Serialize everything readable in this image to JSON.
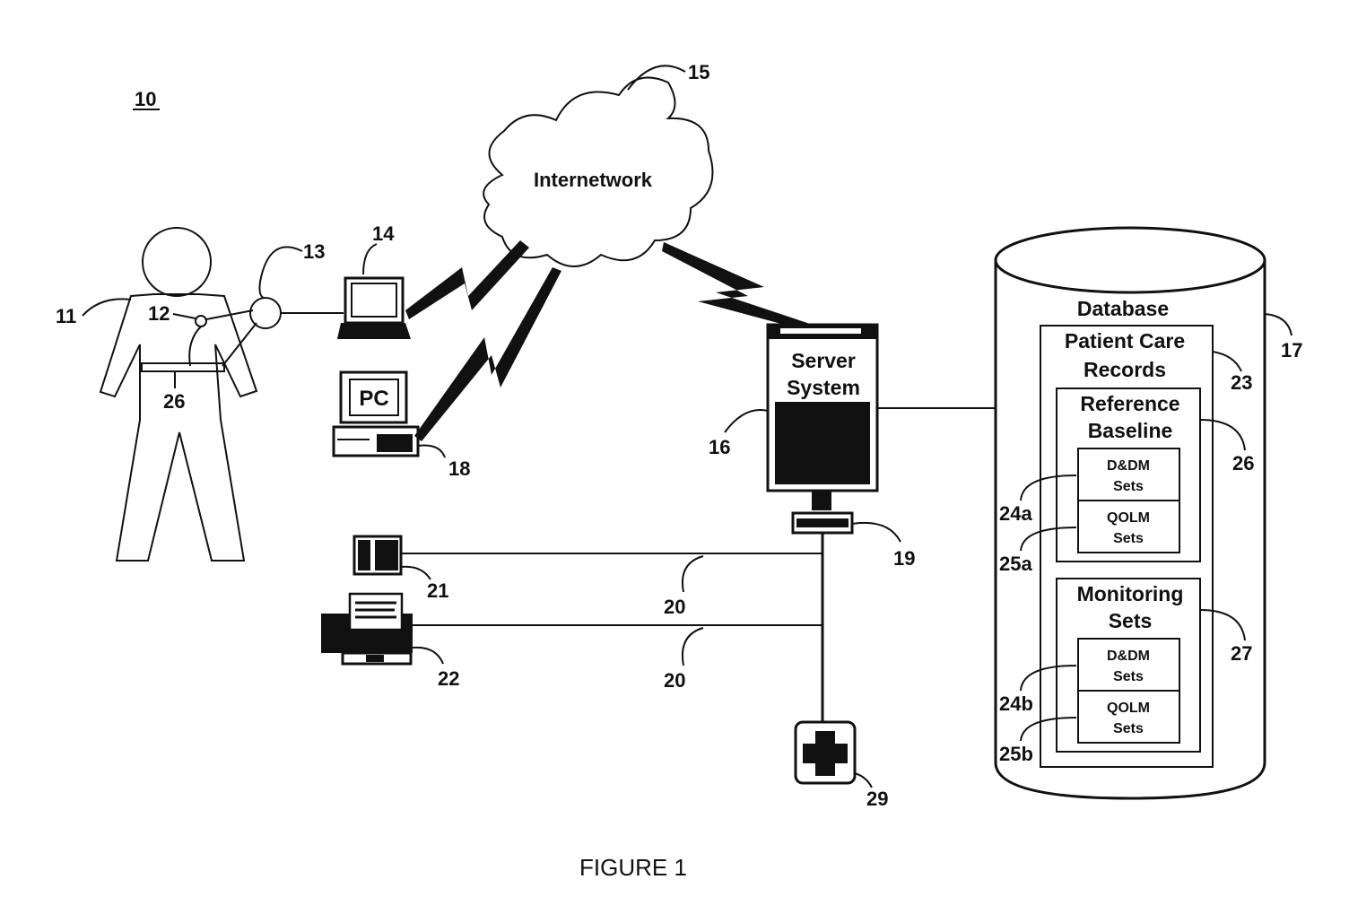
{
  "figure": {
    "system_number": "10",
    "caption": "FIGURE 1"
  },
  "refs": {
    "patient": "11",
    "sensor": "12",
    "monitor": "13",
    "laptop": "14",
    "internetwork": "15",
    "server": "16",
    "database": "17",
    "pc": "18",
    "terminal": "19",
    "network_link_a": "20",
    "network_link_b": "20",
    "phone": "21",
    "fax": "22",
    "records": "23",
    "dm_sets_a": "24a",
    "qolm_sets_a": "25a",
    "dm_sets_b": "24b",
    "qolm_sets_b": "25b",
    "baseline": "26",
    "belt": "26",
    "monitoring": "27",
    "hospital": "29"
  },
  "labels": {
    "internetwork": "Internetwork",
    "pc": "PC",
    "server_line1": "Server",
    "server_line2": "System",
    "database": "Database",
    "records_line1": "Patient Care",
    "records_line2": "Records",
    "baseline_line1": "Reference",
    "baseline_line2": "Baseline",
    "monitoring_line1": "Monitoring",
    "monitoring_line2": "Sets",
    "dm_a_line1": "D&DM",
    "dm_a_line2": "Sets",
    "qolm_a_line1": "QOLM",
    "qolm_a_line2": "Sets",
    "dm_b_line1": "D&DM",
    "dm_b_line2": "Sets",
    "qolm_b_line1": "QOLM",
    "qolm_b_line2": "Sets"
  }
}
